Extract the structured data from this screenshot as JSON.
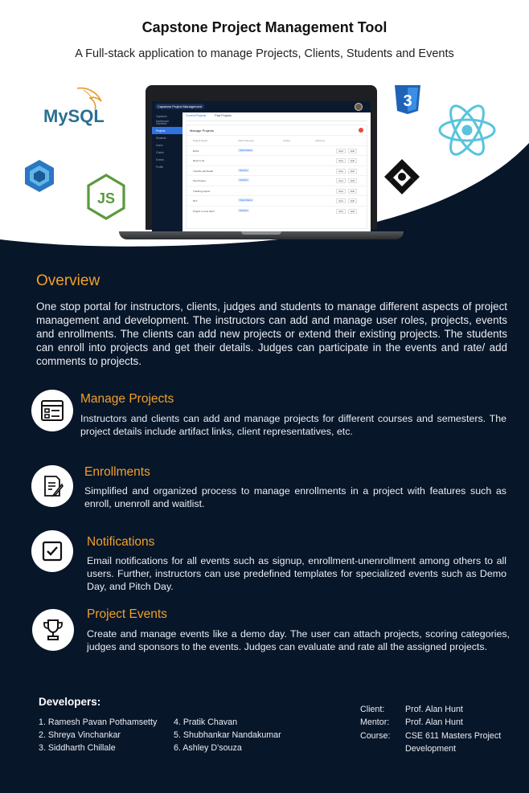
{
  "header": {
    "title": "Capstone Project Management Tool",
    "subtitle": "A Full-stack application to manage Projects, Clients, Students and Events"
  },
  "mockup": {
    "app_name": "Capstone Project Management",
    "sidebar": [
      "Capstone Dashboard",
      "Overview",
      "Projects",
      "Students",
      "Users",
      "Clients",
      "Events",
      "Profile"
    ],
    "tabs": [
      "Current Projects",
      "Past Projects"
    ],
    "card_title": "Manage Projects",
    "columns": [
      "Project Name",
      "Client Name(s)",
      "Link(s)",
      "Action(s)"
    ],
    "rows": [
      {
        "name": "ECCL",
        "client": "Client Name"
      },
      {
        "name": "Recon Lite",
        "client": ""
      },
      {
        "name": "Youtube (archived)",
        "client": "Ted Fox"
      },
      {
        "name": "Test Project",
        "client": "Ted Fox"
      },
      {
        "name": "Tracking project",
        "client": ""
      },
      {
        "name": "NLT",
        "client": "Client Name"
      },
      {
        "name": "Project to new client",
        "client": "Ted Fox"
      }
    ],
    "view_label": "View",
    "edit_label": "Edit"
  },
  "logos": {
    "mysql": "MySQL",
    "sequelize": "sequelize-icon",
    "nodejs": "JS",
    "css3": "3",
    "react": "react-icon",
    "antd": "ant-design-icon"
  },
  "overview": {
    "heading": "Overview",
    "text": "One stop portal for instructors, clients, judges and students to manage different aspects of project management and development. The instructors can add and manage user roles, projects, events and enrollments. The clients can add new projects or extend their existing projects. The students can enroll into projects and get their details. Judges can participate in the events and rate/ add comments to projects."
  },
  "features": [
    {
      "title": "Manage Projects",
      "text": "Instructors and clients can add and manage projects for different courses and semesters. The project details include artifact links, client representatives, etc.",
      "icon": "projects-list-icon"
    },
    {
      "title": "Enrollments",
      "text": "Simplified and organized process to manage enrollments in a project with features such as enroll, unenroll and waitlist.",
      "icon": "edit-document-icon"
    },
    {
      "title": "Notifications",
      "text": "Email notifications for all events such as signup, enrollment-unenrollment among others to all users. Further, instructors can use predefined templates for specialized events such as Demo Day, and Pitch Day.",
      "icon": "checkbox-icon"
    },
    {
      "title": "Project Events",
      "text": "Create and manage events like a demo day. The user can attach projects, scoring categories, judges and sponsors to the events. Judges can evaluate and rate all the assigned projects.",
      "icon": "trophy-icon"
    }
  ],
  "developers": {
    "heading": "Developers:",
    "col1": [
      "1. Ramesh Pavan Pothamsetty",
      "2. Shreya Vinchankar",
      "3. Siddharth Chillale"
    ],
    "col2": [
      "4. Pratik Chavan",
      "5. Shubhankar Nandakumar",
      "6. Ashley D’souza"
    ]
  },
  "info": {
    "client_label": "Client:",
    "client": "Prof. Alan Hunt",
    "mentor_label": "Mentor:",
    "mentor": "Prof. Alan Hunt",
    "course_label": "Course:",
    "course": "CSE 611 Masters Project Development"
  },
  "colors": {
    "background": "#081629",
    "accent": "#f0a02b",
    "text": "#e9edf3"
  }
}
